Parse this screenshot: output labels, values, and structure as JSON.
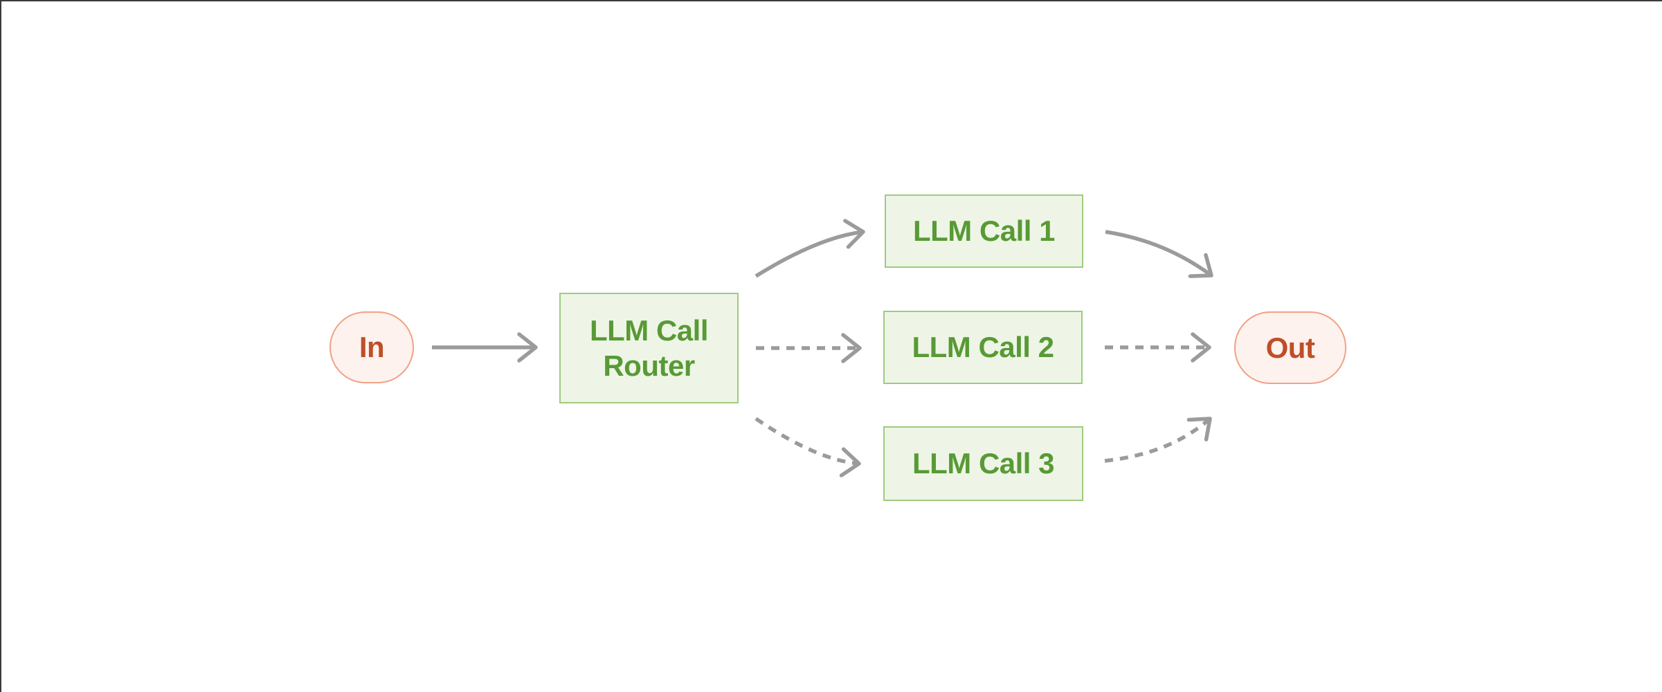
{
  "diagram": {
    "type": "flowchart",
    "description": "Routing workflow: an input is sent to an LLM Call Router which dispatches to one of three LLM calls, whose result is returned as output",
    "nodes": [
      {
        "id": "in",
        "label": "In",
        "shape": "stadium",
        "fill": "#fdf2ed",
        "border": "#f1a185",
        "text_color": "#bf4e28"
      },
      {
        "id": "router",
        "label": "LLM Call Router",
        "shape": "rectangle",
        "fill": "#eef5e6",
        "border": "#9ecb7d",
        "text_color": "#589a35"
      },
      {
        "id": "call1",
        "label": "LLM Call 1",
        "shape": "rectangle",
        "fill": "#eef5e6",
        "border": "#9ecb7d",
        "text_color": "#589a35"
      },
      {
        "id": "call2",
        "label": "LLM Call 2",
        "shape": "rectangle",
        "fill": "#eef5e6",
        "border": "#9ecb7d",
        "text_color": "#589a35"
      },
      {
        "id": "call3",
        "label": "LLM Call 3",
        "shape": "rectangle",
        "fill": "#eef5e6",
        "border": "#9ecb7d",
        "text_color": "#589a35"
      },
      {
        "id": "out",
        "label": "Out",
        "shape": "stadium",
        "fill": "#fdf2ed",
        "border": "#f1a185",
        "text_color": "#bf4e28"
      }
    ],
    "edges": [
      {
        "from": "in",
        "to": "router",
        "style": "solid"
      },
      {
        "from": "router",
        "to": "call1",
        "style": "solid"
      },
      {
        "from": "router",
        "to": "call2",
        "style": "dashed"
      },
      {
        "from": "router",
        "to": "call3",
        "style": "dashed"
      },
      {
        "from": "call1",
        "to": "out",
        "style": "solid"
      },
      {
        "from": "call2",
        "to": "out",
        "style": "dashed"
      },
      {
        "from": "call3",
        "to": "out",
        "style": "dashed"
      }
    ],
    "arrow_color": "#9b9b9b",
    "background": "#ffffff"
  }
}
